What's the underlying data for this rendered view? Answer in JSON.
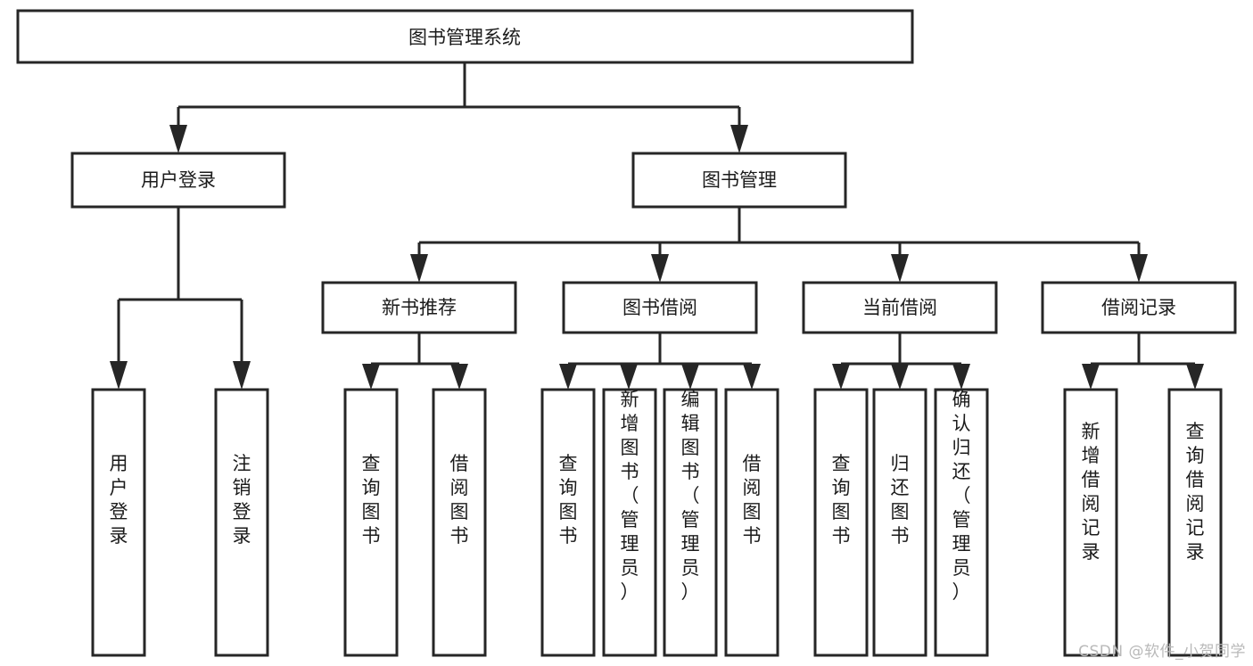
{
  "diagram": {
    "title": "图书管理系统",
    "type": "tree-hierarchy",
    "watermark": "CSDN @软件_小贺同学",
    "colors": {
      "stroke": "#262626",
      "fill": "#ffffff",
      "text": "#1b1b1b",
      "watermark": "#b9b9b9"
    },
    "levels": {
      "root": {
        "label": "图书管理系统"
      },
      "level2": [
        {
          "label": "用户登录"
        },
        {
          "label": "图书管理"
        }
      ],
      "level3": [
        {
          "label": "新书推荐"
        },
        {
          "label": "图书借阅"
        },
        {
          "label": "当前借阅"
        },
        {
          "label": "借阅记录"
        }
      ],
      "leaves_user_login": [
        {
          "label": "用户登录"
        },
        {
          "label": "注销登录"
        }
      ],
      "leaves_new_book": [
        {
          "label": "查询图书"
        },
        {
          "label": "借阅图书"
        }
      ],
      "leaves_borrow": [
        {
          "label": "查询图书"
        },
        {
          "label": "新增图书（管理员）"
        },
        {
          "label": "编辑图书（管理员）"
        },
        {
          "label": "借阅图书"
        }
      ],
      "leaves_current": [
        {
          "label": "查询图书"
        },
        {
          "label": "归还图书"
        },
        {
          "label": "确认归还（管理员）"
        }
      ],
      "leaves_records": [
        {
          "label": "新增借阅记录"
        },
        {
          "label": "查询借阅记录"
        }
      ]
    }
  }
}
